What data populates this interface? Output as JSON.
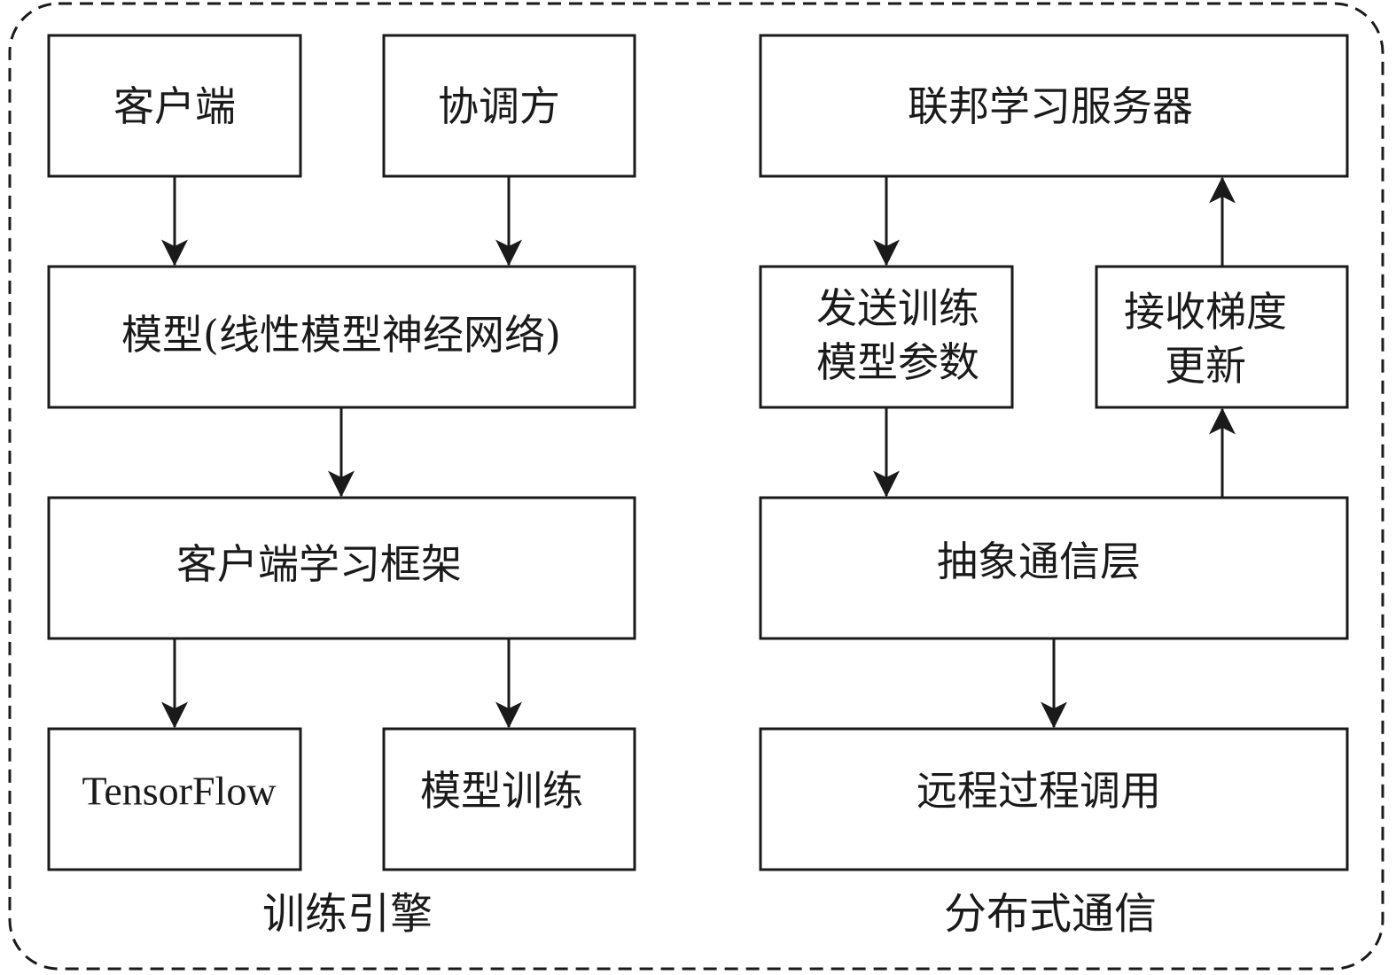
{
  "sections": {
    "training_engine": "训练引擎",
    "distributed_comm": "分布式通信"
  },
  "nodes": {
    "client": "客户端",
    "coordinator": "协调方",
    "model": "模型(线性模型神经网络)",
    "client_framework": "客户端学习框架",
    "tensorflow": "TensorFlow",
    "model_training": "模型训练",
    "fl_server": "联邦学习服务器",
    "send_params_line1": "发送训练",
    "send_params_line2": "模型参数",
    "receive_grad_line1": "接收梯度",
    "receive_grad_line2": "更新",
    "comm_layer": "抽象通信层",
    "rpc": "远程过程调用"
  },
  "colors": {
    "stroke": "#1a1a1a",
    "background": "#ffffff"
  }
}
